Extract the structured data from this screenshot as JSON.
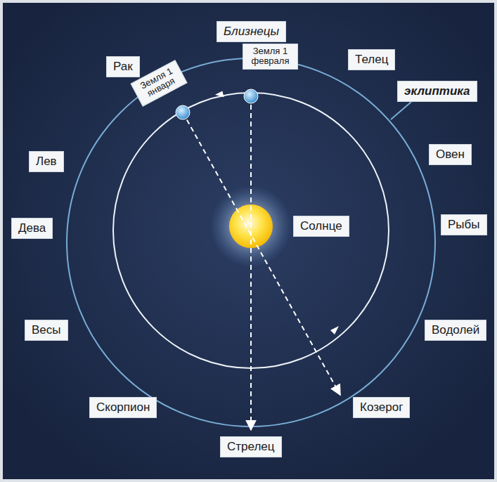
{
  "diagram": {
    "nodes": [
      {
        "text": [
          "Близнецы"
        ]
      },
      {
        "text": [
          "Рак"
        ]
      },
      {
        "text": [
          "Земля 1 января"
        ]
      },
      {
        "text": [
          "Земля 1 февраля"
        ]
      },
      {
        "text": [
          "Телец"
        ]
      },
      {
        "text": [
          "эклиптика"
        ]
      },
      {
        "text": [
          "Лев"
        ]
      },
      {
        "text": [
          "Овен"
        ]
      },
      {
        "text": [
          "Солнце"
        ]
      },
      {
        "text": [
          "Дева"
        ]
      },
      {
        "text": [
          "Рыбы"
        ]
      },
      {
        "text": [
          "Весы"
        ]
      },
      {
        "text": [
          "Водолей"
        ]
      },
      {
        "text": [
          "Скорпион"
        ]
      },
      {
        "text": [
          "Козерог"
        ]
      },
      {
        "text": [
          "Стрелец"
        ]
      }
    ]
  }
}
